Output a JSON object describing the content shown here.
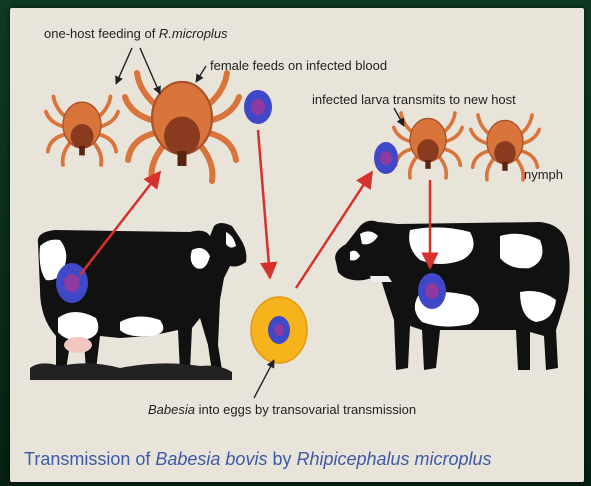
{
  "labels": {
    "one_host_prefix": "one-host feeding of ",
    "one_host_italic": "R.microplus",
    "female_feeds": "female feeds on infected blood",
    "infected_larva": "infected larva transmits to new host",
    "nymph": "nymph",
    "babesia_italic": "Babesia",
    "babesia_rest": " into eggs by transovarial transmission"
  },
  "caption": {
    "prefix": "Transmission of ",
    "genus1": "Babesia bovis",
    "middle": " by ",
    "genus2": "Rhipicephalus microplus"
  },
  "colors": {
    "tick_body": "#d9743b",
    "tick_scutum": "#8a3a1f",
    "parasite_outer": "#3f48c6",
    "parasite_inner": "#8e3aa0",
    "egg": "#f6b31c",
    "arrow": "#d6322b",
    "caption": "#3d5aa8"
  }
}
